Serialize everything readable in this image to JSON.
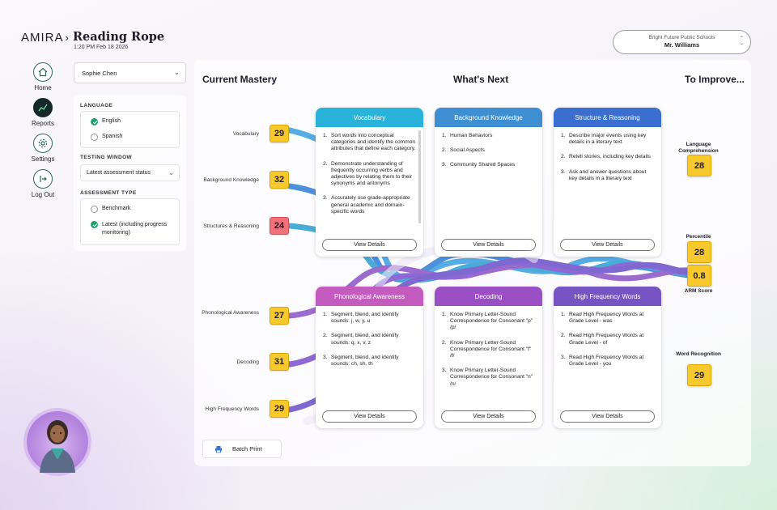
{
  "header": {
    "logo_text": "AMIRA",
    "app_title": "Reading Rope",
    "datetime": "1:20 PM Feb 18 2026",
    "school": "Bright Future Public Schools",
    "teacher": "Mr. Williams"
  },
  "nav": [
    {
      "label": "Home",
      "icon": "home-icon"
    },
    {
      "label": "Reports",
      "icon": "chart-icon",
      "active": true
    },
    {
      "label": "Settings",
      "icon": "gear-icon"
    },
    {
      "label": "Log Out",
      "icon": "logout-icon"
    }
  ],
  "filters": {
    "student": "Sophie Chen",
    "language_label": "LANGUAGE",
    "languages": [
      {
        "label": "English",
        "checked": true
      },
      {
        "label": "Spanish",
        "checked": false
      }
    ],
    "testing_window_label": "TESTING WINDOW",
    "testing_window_value": "Latest assessment status",
    "assessment_type_label": "ASSESSMENT TYPE",
    "assessment_types": [
      {
        "label": "Benchmark",
        "checked": false
      },
      {
        "label": "Latest (including progress monitoring)",
        "checked": true
      }
    ]
  },
  "columns": {
    "current": "Current Mastery",
    "next": "What's Next",
    "improve": "To Improve..."
  },
  "current_mastery": [
    {
      "label": "Vocabulary",
      "score": "29",
      "status": "ok"
    },
    {
      "label": "Background Knowledge",
      "score": "32",
      "status": "ok"
    },
    {
      "label": "Structures & Reasoning",
      "score": "24",
      "status": "low"
    },
    {
      "label": "Phonological Awareness",
      "score": "27",
      "status": "ok"
    },
    {
      "label": "Decoding",
      "score": "31",
      "status": "ok"
    },
    {
      "label": "High Frequency Words",
      "score": "29",
      "status": "ok"
    }
  ],
  "cards": [
    {
      "title": "Vocabulary",
      "color": "#29b3db",
      "items": [
        "Sort words into conceptual categories and identify the common attributes that define each category.",
        "Demonstrate understanding of frequently occurring verbs and adjectives by relating them to their synonyms and antonyms",
        "Accurately use grade-appropriate general academic and domain-specific words"
      ],
      "button": "View Details"
    },
    {
      "title": "Background Knowledge",
      "color": "#3d8fd1",
      "items": [
        "Human Behaviors",
        "Social Aspects",
        "Community Shared Spaces"
      ],
      "button": "View Details"
    },
    {
      "title": "Structure & Reasoning",
      "color": "#3a6fcf",
      "items": [
        "Describe major events using key details in a literary text",
        "Retell stories, including key details",
        "Ask and answer questions about key details in a literary text"
      ],
      "button": "View Details"
    },
    {
      "title": "Phonological Awareness",
      "color": "#c45bbf",
      "items": [
        "Segment, blend, and identify sounds: j, w, y, u",
        "Segment, blend, and identify sounds: q, x, v, z",
        "Segment, blend, and identify sounds: ch, sh, th"
      ],
      "button": "View Details"
    },
    {
      "title": "Decoding",
      "color": "#9a4fc4",
      "items": [
        "Know Primary Letter-Sound Correspondence for Consonant \"p\" /p/",
        "Know Primary Letter-Sound Correspondence for Consonant \"f\" /f/",
        "Know Primary Letter-Sound Correspondence for Consonant \"n\" /n/"
      ],
      "button": "View Details"
    },
    {
      "title": "High Frequency Words",
      "color": "#7654c4",
      "items": [
        "Read High Frequency Words at Grade Level - was",
        "Read High Frequency Words at Grade Level - of",
        "Read High Frequency Words at Grade Level - you"
      ],
      "button": "View Details"
    }
  ],
  "improve": {
    "language_comprehension_label": "Language Comprehension",
    "language_comprehension": "28",
    "percentile_label": "Percentile",
    "percentile": "28",
    "arm_score": "0.8",
    "arm_score_label": "ARM Score",
    "word_recognition_label": "Word Recognition",
    "word_recognition": "29"
  },
  "batch_print": "Batch Print"
}
